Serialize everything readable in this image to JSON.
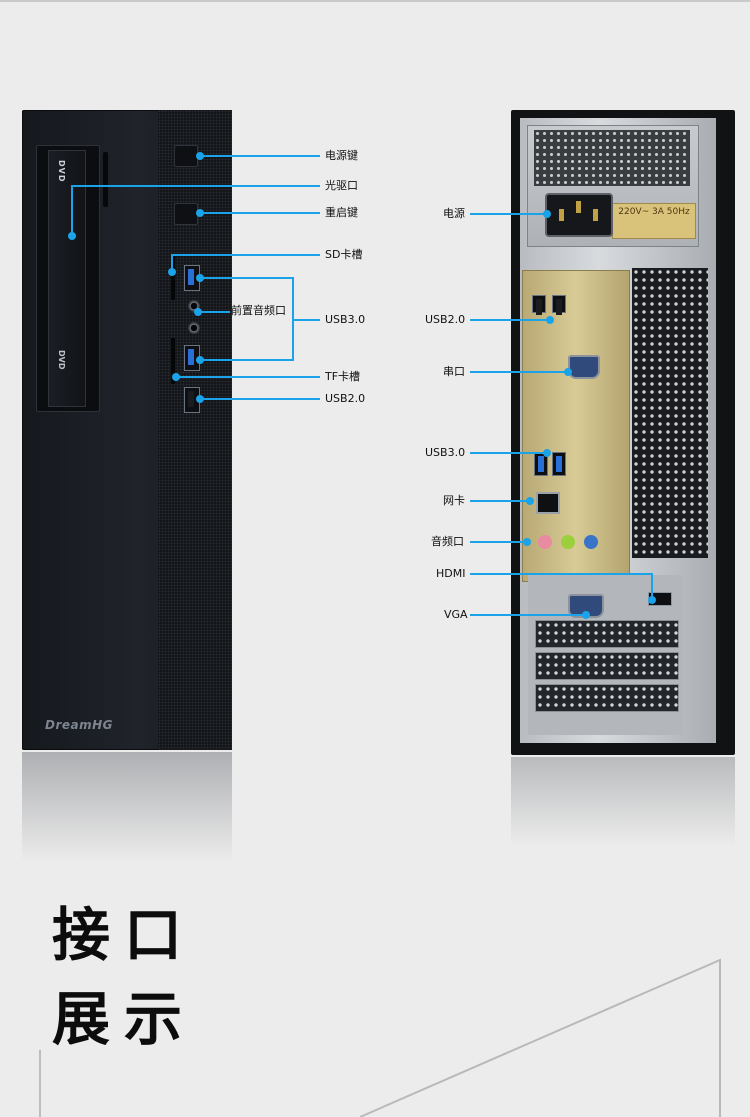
{
  "colors": {
    "callout": "#1aa3e8",
    "background": "#ececec",
    "usb3": "#2a6fd6",
    "audio_pink": "#e88aa0",
    "audio_green": "#9ccf3c",
    "audio_blue": "#3a74c8"
  },
  "front": {
    "brand": "DreamHG",
    "dvd_logo": "DVD",
    "labels": {
      "power_button": "电源键",
      "optical_drive": "光驱口",
      "reset_button": "重启键",
      "sd_slot": "SD卡槽",
      "front_audio": "前置音频口",
      "usb3": "USB3.0",
      "tf_slot": "TF卡槽",
      "usb2": "USB2.0"
    }
  },
  "rear": {
    "psu_rating": "220V~ 3A 50Hz",
    "labels": {
      "power": "电源",
      "usb2": "USB2.0",
      "serial": "串口",
      "usb3": "USB3.0",
      "lan": "网卡",
      "audio": "音频口",
      "hdmi": "HDMI",
      "vga": "VGA"
    }
  },
  "title": {
    "line1": "接口",
    "line2": "展示"
  }
}
